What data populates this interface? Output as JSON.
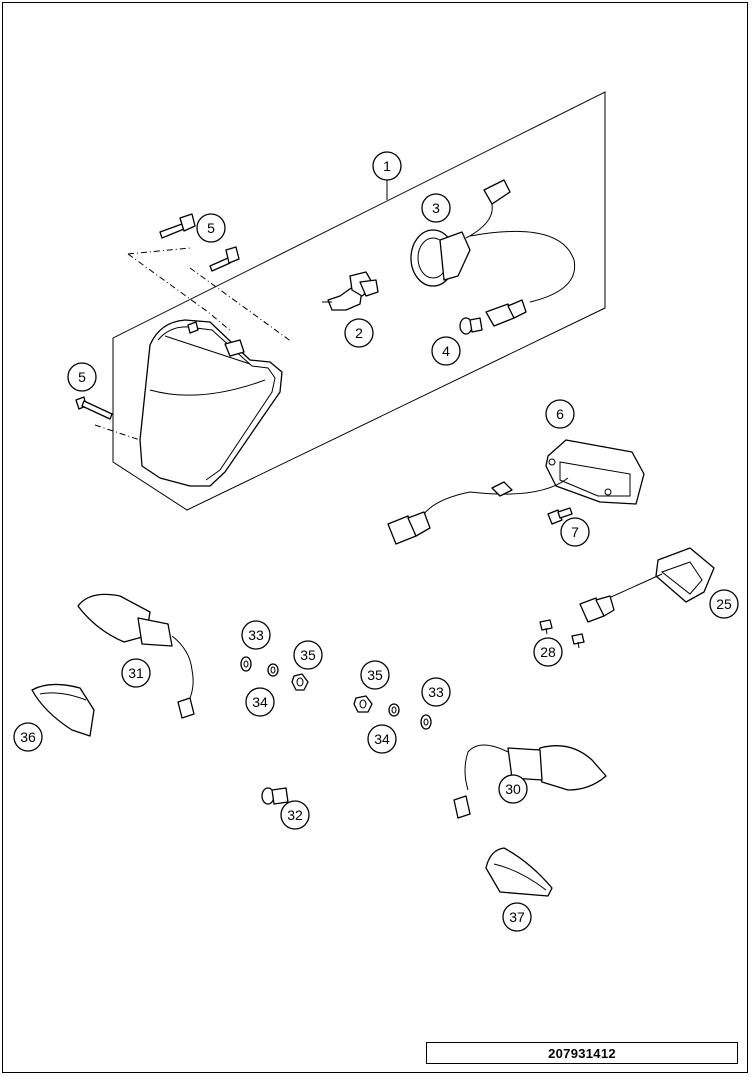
{
  "drawing_code": "207931412",
  "callouts": [
    {
      "id": "c1",
      "label": "1"
    },
    {
      "id": "c2",
      "label": "2"
    },
    {
      "id": "c3",
      "label": "3"
    },
    {
      "id": "c4",
      "label": "4"
    },
    {
      "id": "c5a",
      "label": "5"
    },
    {
      "id": "c5b",
      "label": "5"
    },
    {
      "id": "c6",
      "label": "6"
    },
    {
      "id": "c7",
      "label": "7"
    },
    {
      "id": "c25",
      "label": "25"
    },
    {
      "id": "c28",
      "label": "28"
    },
    {
      "id": "c30",
      "label": "30"
    },
    {
      "id": "c31",
      "label": "31"
    },
    {
      "id": "c32",
      "label": "32"
    },
    {
      "id": "c33a",
      "label": "33"
    },
    {
      "id": "c33b",
      "label": "33"
    },
    {
      "id": "c34a",
      "label": "34"
    },
    {
      "id": "c34b",
      "label": "34"
    },
    {
      "id": "c35a",
      "label": "35"
    },
    {
      "id": "c35b",
      "label": "35"
    },
    {
      "id": "c36",
      "label": "36"
    },
    {
      "id": "c37",
      "label": "37"
    }
  ]
}
